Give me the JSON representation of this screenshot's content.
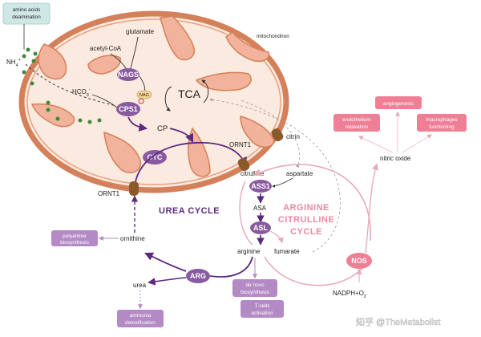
{
  "labels": {
    "amino_acids_deamination": [
      "amino acids",
      "deamination"
    ],
    "nh4": "NH",
    "nh4_sup": "4",
    "nh4_plus": "+",
    "glutamate": "glutamate",
    "acetyl_coa": "acetyl-CoA",
    "mitochondrion": "mitochondrion",
    "nags": "NAGS",
    "nag": "NAG",
    "hco3": "HCO",
    "hco3_sub": "3",
    "hco3_minus": "-",
    "cps1": "CPS1",
    "tca": "TCA",
    "cp": "CP",
    "ornt1_top": "ORNT1",
    "ornt1_bottom": "ORNT1",
    "citrin": "citrin",
    "otc": "OTC",
    "citrulline": "citrulline",
    "aspartate": "aspartate",
    "ass1": "ASS1",
    "asa": "ASA",
    "asl": "ASL",
    "arginine": "arginine",
    "fumarate": "fumarate",
    "ornithine": "ornithine",
    "arg": "ARG",
    "urea": "urea",
    "urea_cycle": "UREA CYCLE",
    "arginine_citrulline_cycle": [
      "ARGININE",
      "CITRULLINE",
      "CYCLE"
    ],
    "nos": "NOS",
    "nadph": "NADPH+O",
    "nadph_sub": "2",
    "nitric_oxide": "nitric oxide",
    "angiogenesis": "angiogenesis",
    "endothelium_relaxation": [
      "endothelium",
      "relaxation"
    ],
    "macrophages_functioning": [
      "macrophages",
      "functioning"
    ],
    "polyamine_biosynthesis": [
      "polyamine",
      "biosynthesis"
    ],
    "de_novo_biosynthesis": [
      "de novo",
      "biosynthesis"
    ],
    "t_cells_activation": [
      "T-cells",
      "activation"
    ],
    "ammonia_detoxification": [
      "ammonia",
      "detoxification"
    ],
    "watermark": "知乎 @TheMetabolist"
  },
  "colors": {
    "membrane": "#d4805a",
    "crista": "#f1b39b",
    "matrix": "#fbeadf",
    "enzyme": "#8a5aa0",
    "enzyme_light": "#b48ac4",
    "urea_arrow": "#5b2a7e",
    "pink_cycle": "#e9aab8",
    "pink_box": "#ef7f95",
    "teal_box": "#cfe8e6",
    "transporter": "#8a5a2b",
    "green_dot": "#3a8a3a"
  }
}
